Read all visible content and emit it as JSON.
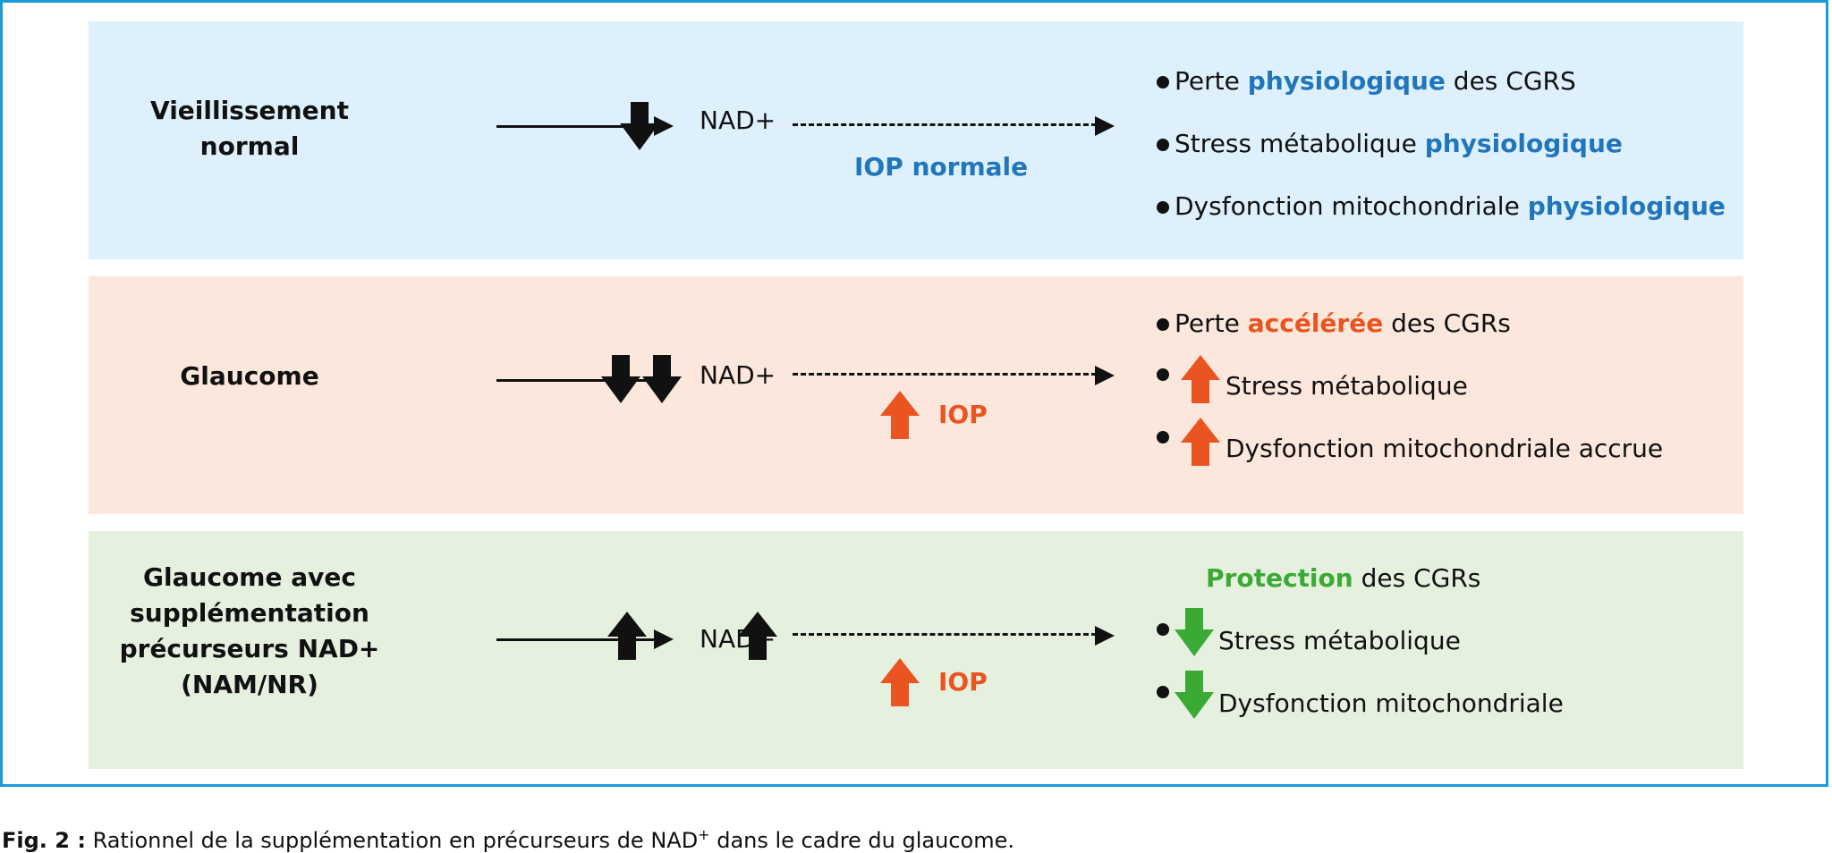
{
  "colors": {
    "border": "#1a9ad9",
    "panel_normal": "#ddf0fc",
    "panel_glaucoma": "#fce7dc",
    "panel_supplement": "#e5f0df",
    "blue": "#2176bb",
    "orange": "#e95420",
    "green": "#3aaa35"
  },
  "rows": [
    {
      "label_lines": [
        "Vieillissement",
        "normal"
      ],
      "nad_arrows": "down-1",
      "nad": "NAD+",
      "iop": "IOP normale",
      "items": [
        {
          "pre": "Perte ",
          "hl": "physiologique",
          "post": " des CGRS"
        },
        {
          "pre": "Stress métabolique ",
          "hl": "physiologique",
          "post": ""
        },
        {
          "pre": "Dysfonction mitochondriale ",
          "hl": "physiologique",
          "post": ""
        }
      ]
    },
    {
      "label_lines": [
        "Glaucome"
      ],
      "nad_arrows": "down-2",
      "nad": "NAD+",
      "iop": "IOP",
      "items": [
        {
          "pre": "Perte ",
          "hl": "accélérée",
          "post": " des CGRs"
        },
        {
          "text": "Stress métabolique",
          "icon": "orange-up-arrow-icon"
        },
        {
          "text": "Dysfonction mitochondriale accrue",
          "icon": "orange-up-arrow-icon"
        }
      ]
    },
    {
      "label_lines": [
        "Glaucome avec",
        "supplémentation",
        "précurseurs NAD+",
        "(NAM/NR)"
      ],
      "nad_arrows": "up-2",
      "nad": "NAD+",
      "iop": "IOP",
      "items": [
        {
          "hl": "Protection",
          "post": " des CGRs"
        },
        {
          "text": "Stress métabolique",
          "icon": "green-down-arrow-icon"
        },
        {
          "text": "Dysfonction mitochondriale",
          "icon": "green-down-arrow-icon"
        }
      ]
    }
  ],
  "caption": {
    "prefix": "Fig. 2 :",
    "text_before": " Rationnel de la supplémentation en précurseurs de NAD",
    "superscript": "+",
    "text_after": " dans le cadre du glaucome."
  }
}
